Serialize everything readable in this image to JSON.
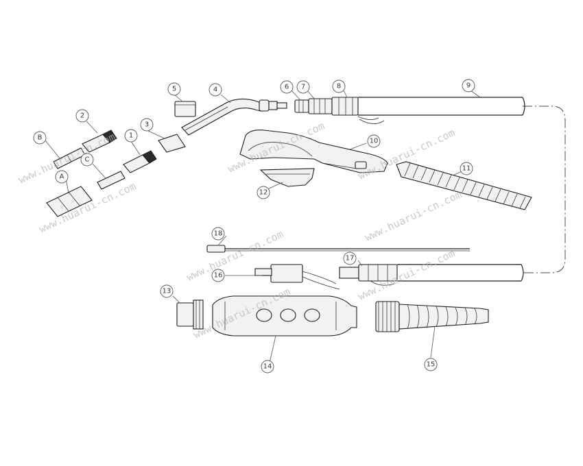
{
  "callouts": {
    "c1": "1",
    "c2": "2",
    "c3": "3",
    "c4": "4",
    "c5": "5",
    "c6": "6",
    "c7": "7",
    "c8": "8",
    "c9": "9",
    "c10": "10",
    "c11": "11",
    "c12": "12",
    "c13": "13",
    "c14": "14",
    "c15": "15",
    "c16": "16",
    "c17": "17",
    "c18": "18",
    "cA": "A",
    "cB": "B",
    "cC": "C"
  },
  "watermark": "www.huarui-cn.com"
}
